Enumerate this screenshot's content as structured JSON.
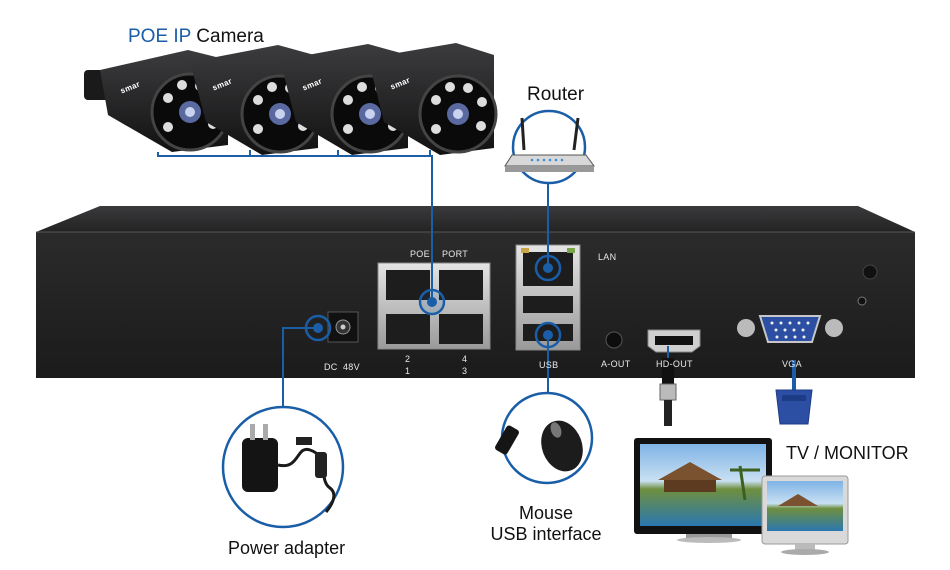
{
  "labels": {
    "camera_prefix": "POE IP",
    "camera_suffix": " Camera",
    "router": "Router",
    "tv_monitor": "TV / MONITOR",
    "power_adapter": "Power adapter",
    "mouse_line1": "Mouse",
    "mouse_line2": "USB interface",
    "camera_brand": "smar"
  },
  "panel": {
    "poe": "POE",
    "port": "PORT",
    "lan": "LAN",
    "dc": "DC",
    "dc_voltage": "48V",
    "port_2": "2",
    "port_4": "4",
    "port_1": "1",
    "port_3": "3",
    "usb": "USB",
    "a_out": "A-OUT",
    "hd_out": "HD-OUT",
    "vga": "VGA"
  },
  "colors": {
    "accent": "#1a5ea8",
    "chassis": "#2a2a2b",
    "connector_line": "#1a5ea8"
  },
  "icons": [
    "bullet-camera-icon",
    "router-icon",
    "power-adapter-icon",
    "usb-dongle-icon",
    "mouse-icon",
    "hdmi-plug-icon",
    "vga-plug-icon",
    "monitor-icon"
  ]
}
